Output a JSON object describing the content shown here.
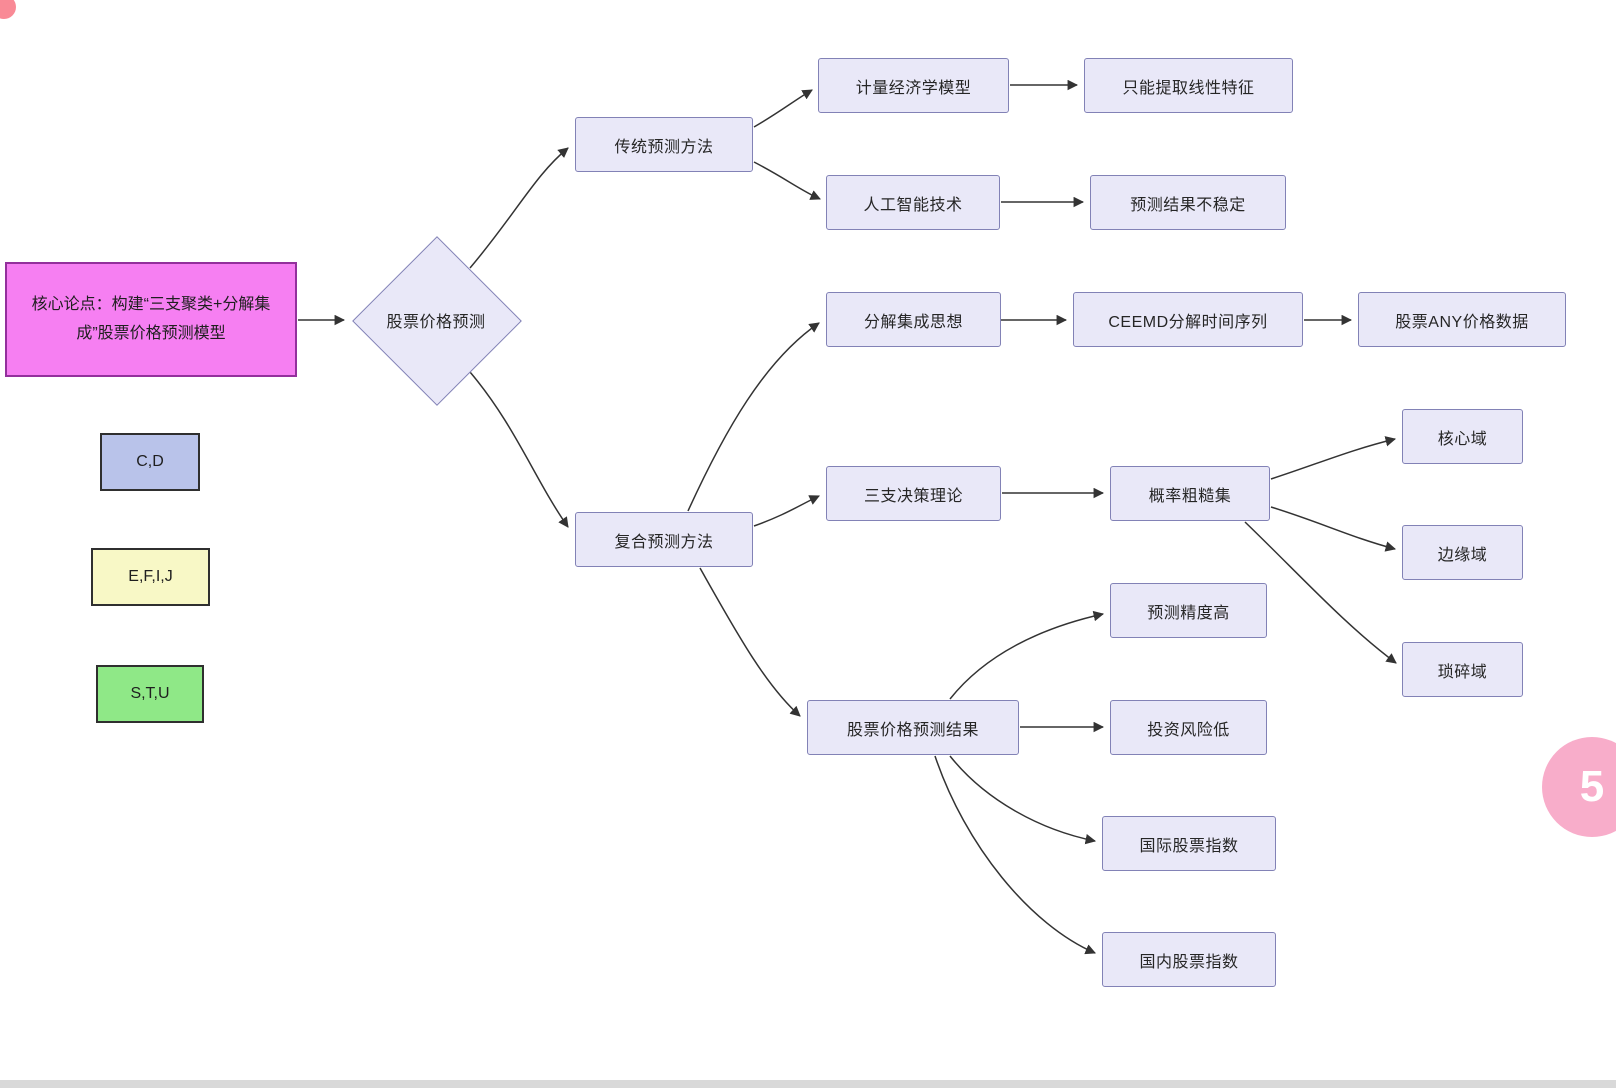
{
  "nodes": {
    "core_thesis": "核心论点：构建“三支聚类+分解集成”股票价格预测模型",
    "root": "股票价格预测",
    "traditional": "传统预测方法",
    "econometric": "计量经济学模型",
    "linear_only": "只能提取线性特征",
    "ai": "人工智能技术",
    "unstable": "预测结果不稳定",
    "composite": "复合预测方法",
    "decomposition": "分解集成思想",
    "ceemd": "CEEMD分解时间序列",
    "any_price": "股票ANY价格数据",
    "three_way": "三支决策理论",
    "rough_set": "概率粗糙集",
    "core_domain": "核心域",
    "boundary_domain": "边缘域",
    "trivial_domain": "琐碎域",
    "high_accuracy": "预测精度高",
    "prediction_result": "股票价格预测结果",
    "low_risk": "投资风险低",
    "intl_index": "国际股票指数",
    "domestic_index": "国内股票指数"
  },
  "legend": {
    "items": [
      {
        "label": "C,D",
        "color": "#b9c3ea"
      },
      {
        "label": "E,F,I,J",
        "color": "#f8f8c6"
      },
      {
        "label": "S,T,U",
        "color": "#8fe887"
      }
    ]
  },
  "badge": {
    "label": "5"
  },
  "colors": {
    "node_fill": "#e9e8f8",
    "node_border": "#8282b6",
    "thesis_fill": "#f67ff2",
    "thesis_border": "#93309c",
    "arrow": "#333333",
    "badge_bg": "#f8adca",
    "legend_blue": "#b9c3ea",
    "legend_yellow": "#f8f8c6",
    "legend_green": "#8fe887"
  }
}
